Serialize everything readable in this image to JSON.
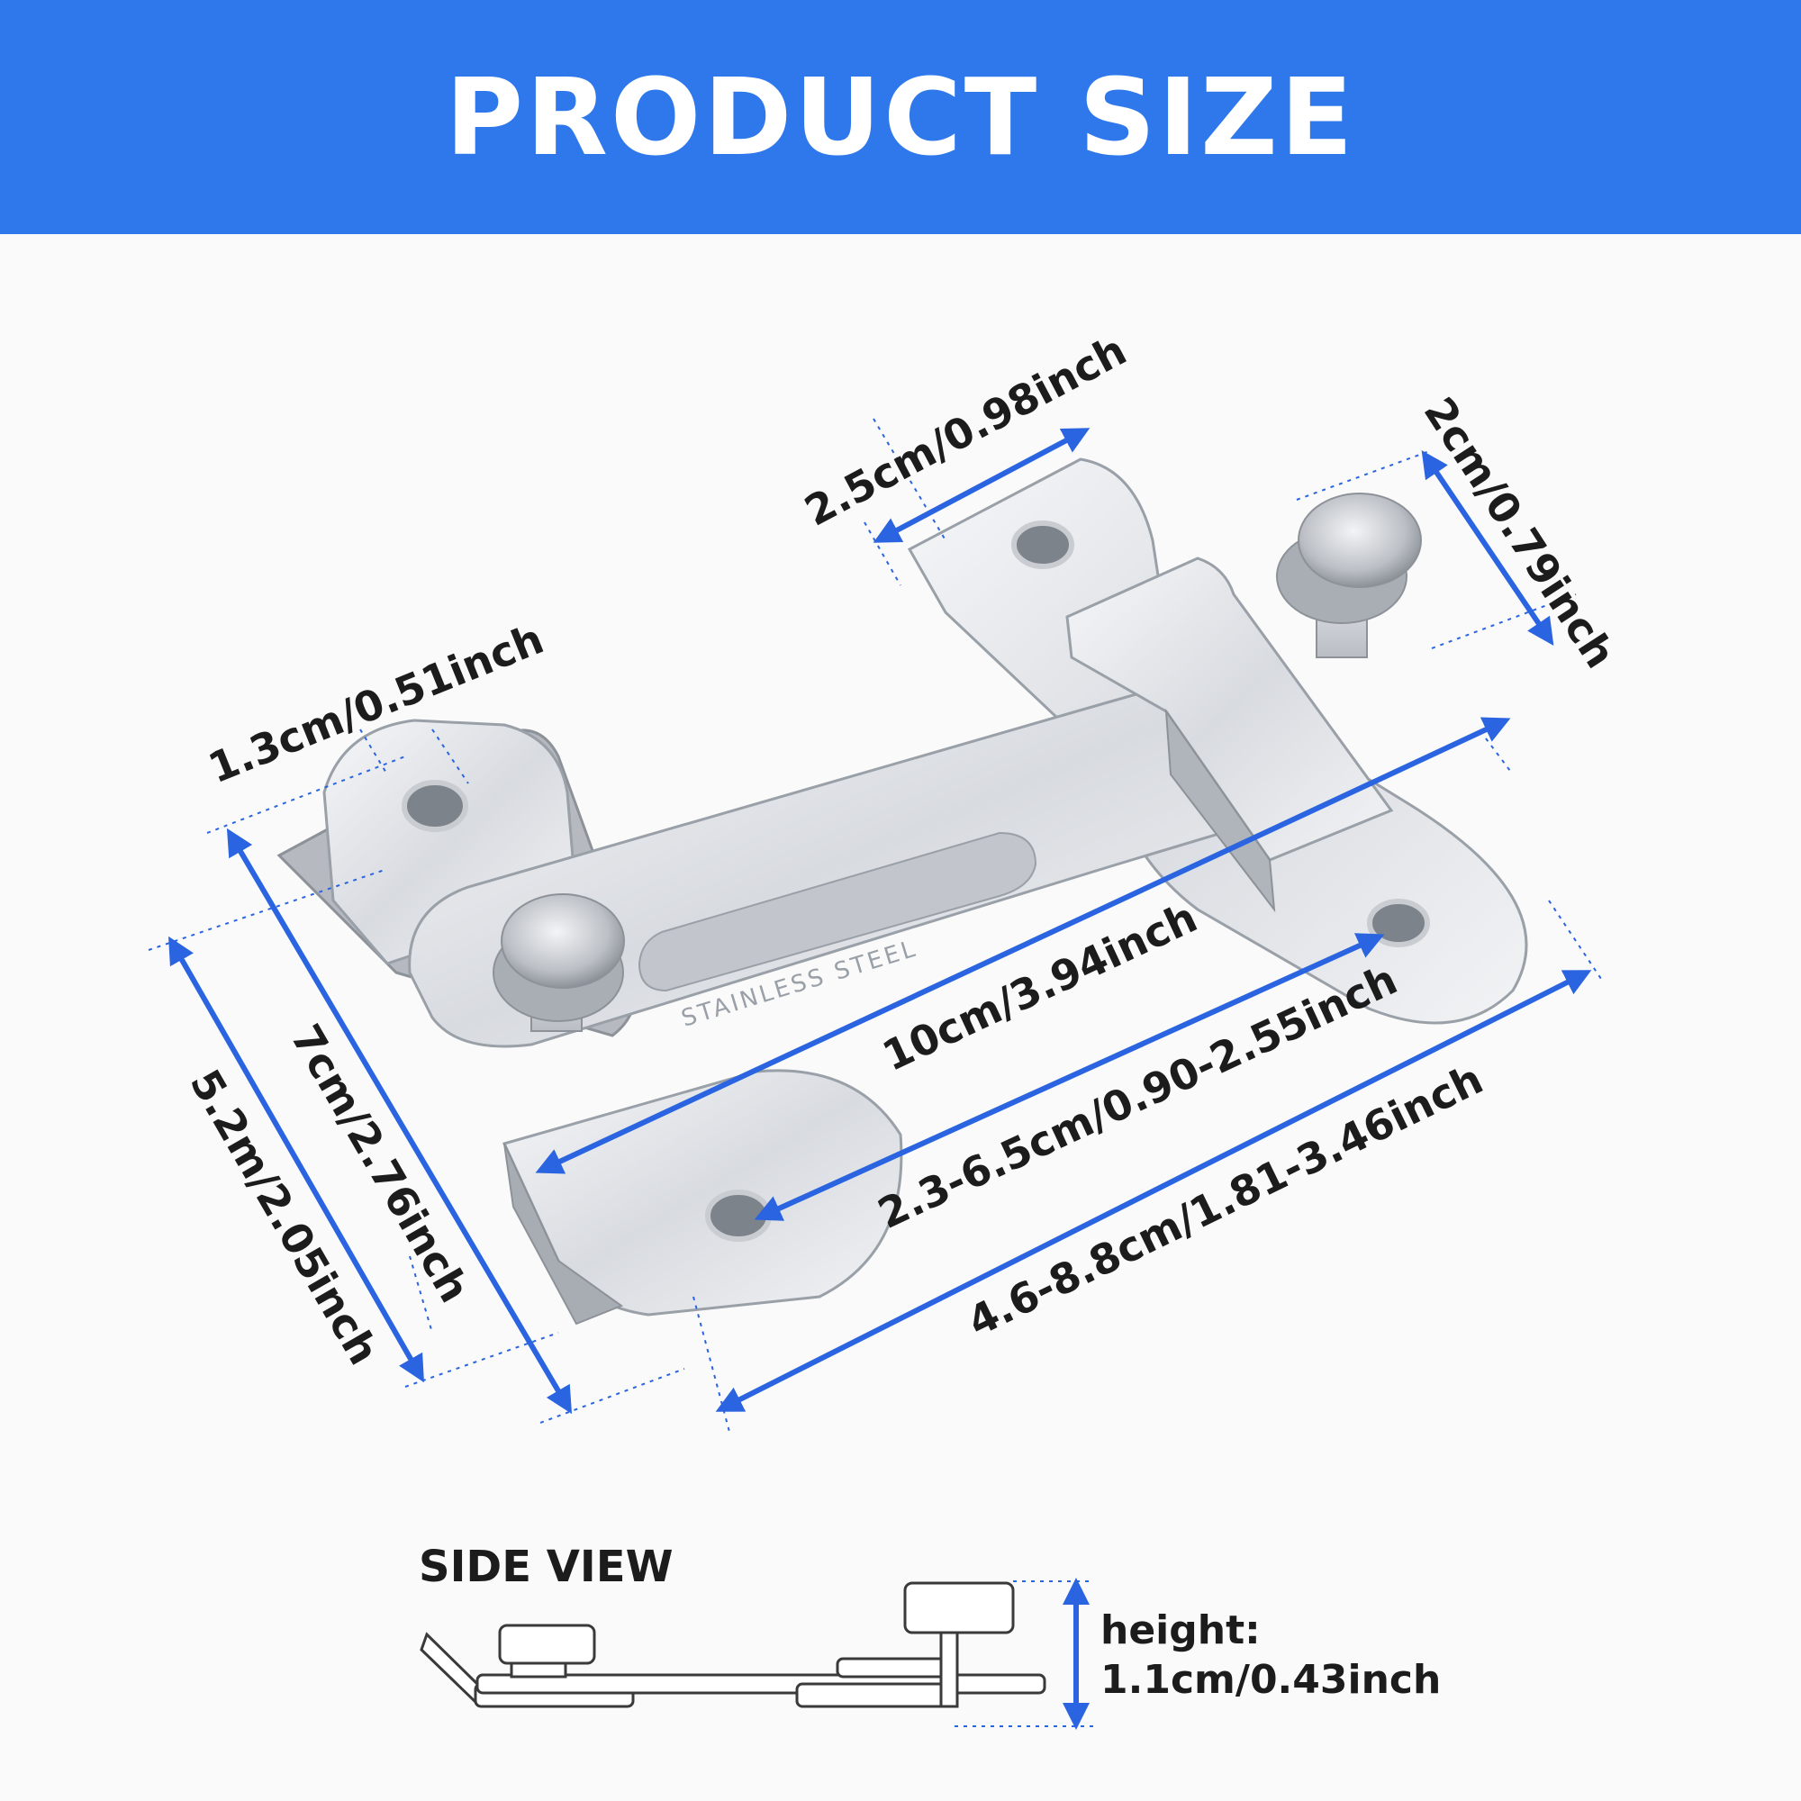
{
  "header": {
    "title": "PRODUCT SIZE",
    "color": "#2f78ec"
  },
  "labels": {
    "tab_width": "2.5cm/0.98inch",
    "knob_dia": "2cm/0.79inch",
    "hole_dia": "1.3cm/0.51inch",
    "bar_length": "10cm/3.94inch",
    "slot_range": "2.3-6.5cm/0.90-2.55inch",
    "span_range": "4.6-8.8cm/1.81-3.46inch",
    "plate_height": "7cm/2.76inch",
    "bar_width": "5.2m/2.05inch"
  },
  "side_view": {
    "title": "SIDE VIEW",
    "height_label": "height:",
    "height_value": "1.1cm/0.43inch"
  },
  "colors": {
    "arrow": "#2a64e0",
    "metal_light": "#eceef1",
    "metal_dark": "#9aa0a8",
    "text": "#1c1c1c"
  },
  "icons": {
    "product": "flip-latch-illustration"
  }
}
